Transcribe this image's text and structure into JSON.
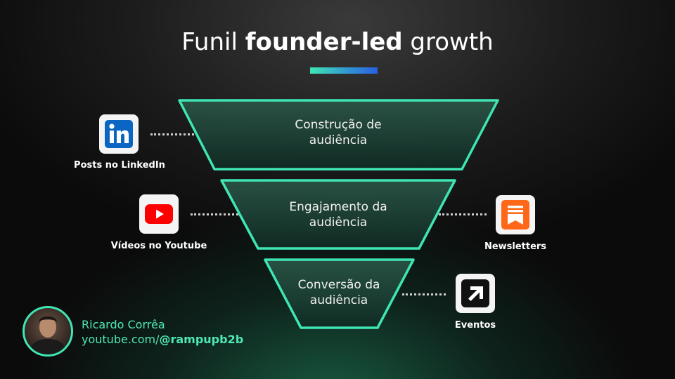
{
  "title": {
    "prefix": "Funil ",
    "bold": "founder-led",
    "suffix": " growth"
  },
  "funnel": {
    "stroke_color": "#3fe6b4",
    "stages": [
      {
        "line1": "Construção de",
        "line2": "audiência"
      },
      {
        "line1": "Engajamento da",
        "line2": "audiência"
      },
      {
        "line1": "Conversão da",
        "line2": "audiência"
      }
    ]
  },
  "channels": {
    "linkedin": {
      "icon": "linkedin-icon",
      "label": "Posts no LinkedIn",
      "color": "#0a66c2"
    },
    "youtube": {
      "icon": "youtube-icon",
      "label": "Vídeos no Youtube",
      "color": "#ff0000"
    },
    "newsletters": {
      "icon": "substack-icon",
      "label": "Newsletters",
      "color": "#ff6719"
    },
    "eventos": {
      "icon": "arrow-up-right-icon",
      "label": "Eventos",
      "color": "#111111"
    }
  },
  "author": {
    "name": "Ricardo Corrêa",
    "link_prefix": "youtube.com/",
    "handle": "@rampupb2b",
    "accent": "#4fe7b6"
  }
}
